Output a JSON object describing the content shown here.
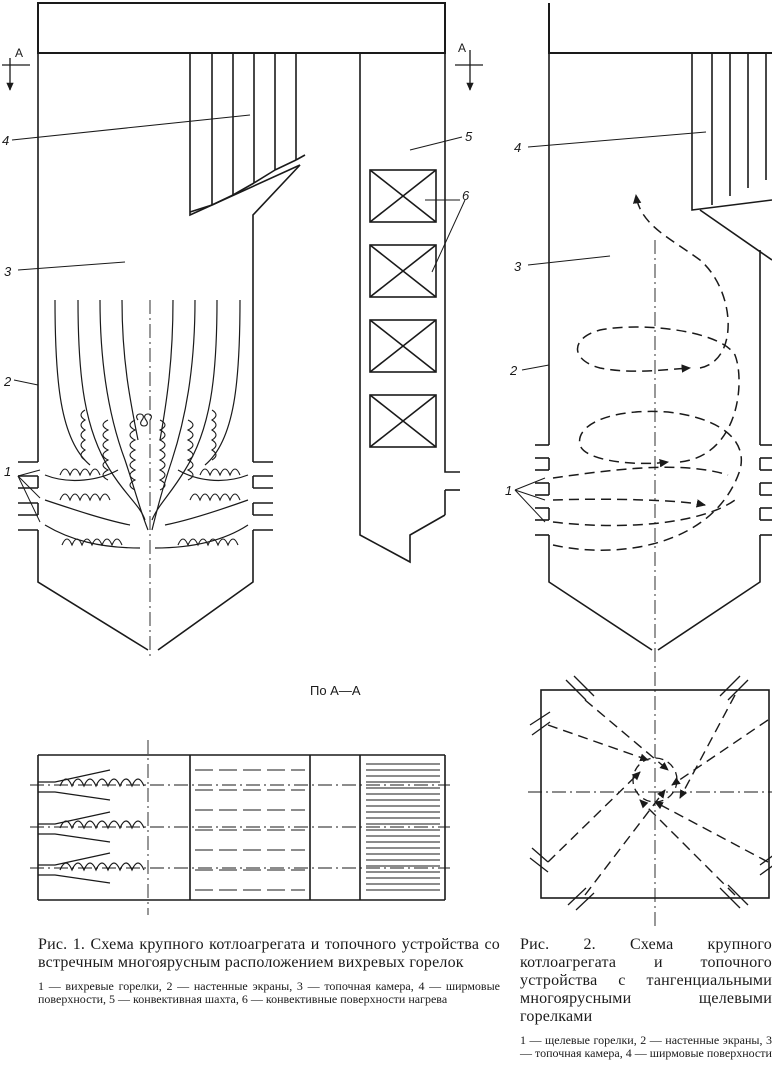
{
  "figure1": {
    "section_label": "A",
    "labels": {
      "burners": "1",
      "wall_screens": "2",
      "furnace": "3",
      "platens": "4",
      "shaft": "5",
      "convective": "6"
    },
    "section_view_label": "По A—A",
    "caption_title": "Рис. 1. Схема крупного котлоагрегата и топочного устройства со встречным многоярусным расположением вихревых горелок",
    "caption_legend": "1 — вихревые горелки, 2 — настенные экраны, 3 — топочная камера, 4 — ширмовые поверхности, 5 — конвективная шахта, 6 — конвективные поверхности нагрева"
  },
  "figure2": {
    "labels": {
      "burners": "1",
      "wall_screens": "2",
      "furnace": "3",
      "platens": "4"
    },
    "caption_title": "Рис. 2. Схема крупного котлоагрегата и топочного устройства с тангенциальными многоярусными щелевыми горелками",
    "caption_legend": "1 — щелевые горелки, 2 — настенные экраны, 3 — топочная камера, 4 — ширмовые поверхности"
  },
  "colors": {
    "ink": "#1a1a1a",
    "paper": "#ffffff"
  }
}
